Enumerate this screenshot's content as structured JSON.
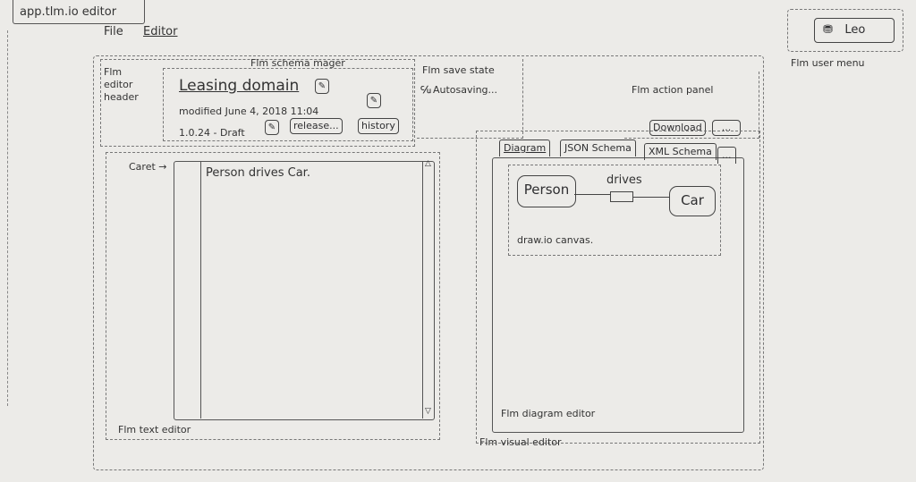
{
  "window": {
    "title": "app.tlm.io editor"
  },
  "menu": {
    "file": "File",
    "editor": "Editor"
  },
  "header": {
    "annotation": "Flm\neditor\nheader",
    "schema_manager_label": "Flm schema mager",
    "schema_name": "Leasing domain",
    "modified": "modified June 4, 2018 11:04",
    "version": "1.0.24 - Draft",
    "release_label": "release...",
    "history_label": "history"
  },
  "save_state": {
    "label": "Flm save state",
    "status": "Autosaving..."
  },
  "action_panel": {
    "label": "Flm action panel",
    "download_label": "Download",
    "more_label": "..."
  },
  "user_menu": {
    "user_name": "Leo",
    "label": "Flm user menu"
  },
  "text_editor": {
    "cursor_label": "Caret",
    "content": "Person drives Car.",
    "label": "Flm text editor"
  },
  "visual_editor": {
    "tabs": [
      {
        "label": "Diagram"
      },
      {
        "label": "JSON Schema"
      },
      {
        "label": "XML Schema"
      },
      {
        "label": "..."
      }
    ],
    "diagram": {
      "nodes": [
        "Person",
        "Car"
      ],
      "relation": "drives",
      "canvas_note": "draw.io canvas."
    },
    "diagram_editor_label": "Flm diagram editor",
    "label": "Flm visual editor"
  }
}
